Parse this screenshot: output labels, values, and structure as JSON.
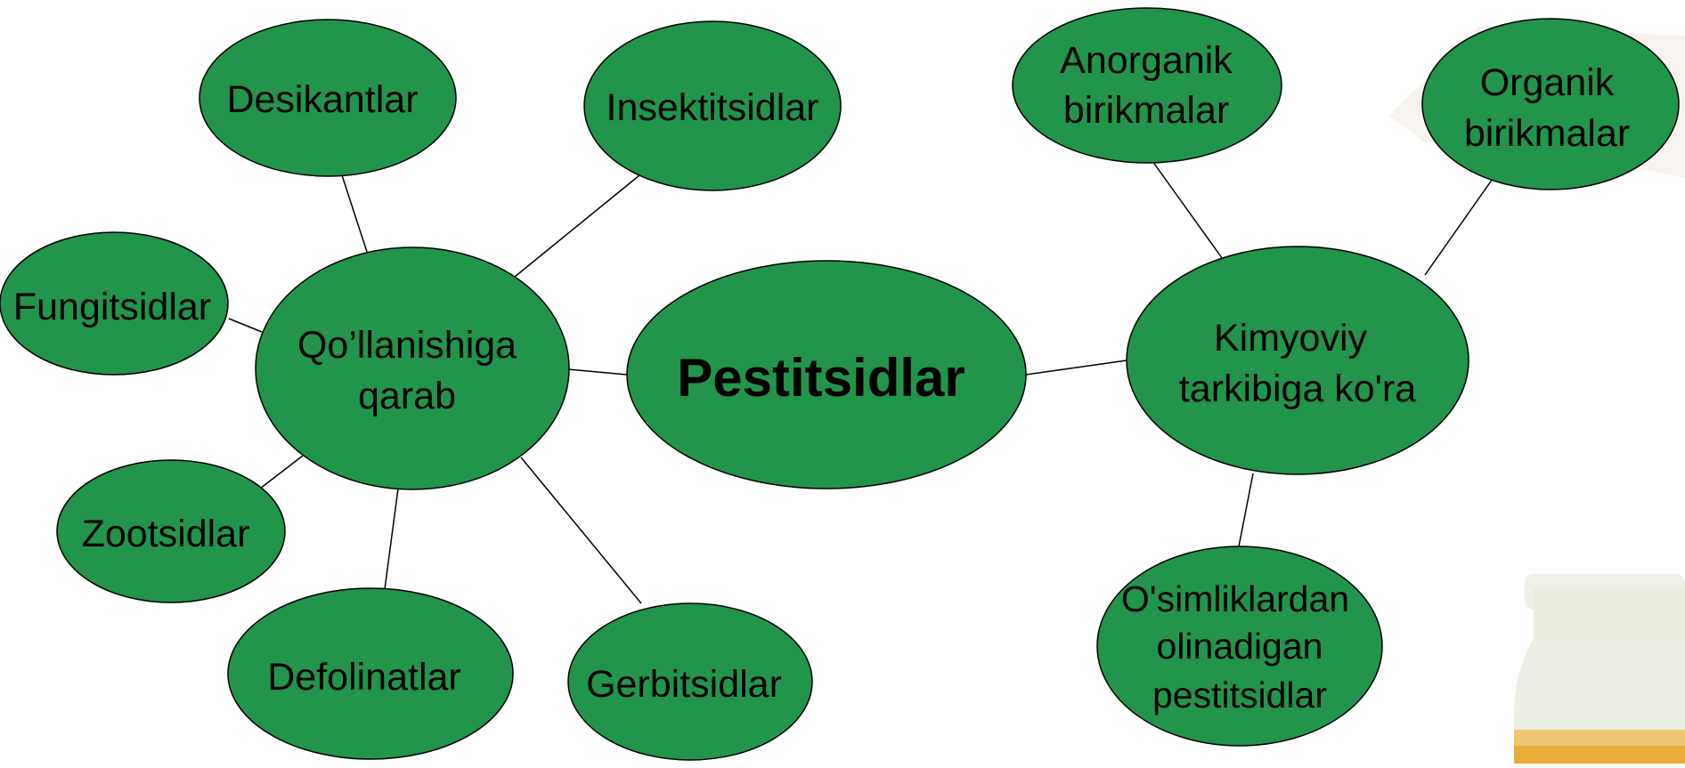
{
  "colors": {
    "node_fill": "#22944c",
    "node_stroke": "#000000",
    "connector": "#000000",
    "text": "#000000"
  },
  "diagram": {
    "center": {
      "label": "Pestitsidlar"
    },
    "branches": [
      {
        "label": "Qo’llanishiga qarab",
        "children": [
          "Desikantlar",
          "Insektitsidlar",
          "Fungitsidlar",
          "Zootsidlar",
          "Defolinatlar",
          "Gerbitsidlar"
        ]
      },
      {
        "label": "Kimyoviy tarkibiga ko'ra",
        "children": [
          "Anorganik birikmalar",
          "Organik birikmalar",
          "O'simliklardan olinadigan pestitsidlar"
        ]
      }
    ]
  }
}
